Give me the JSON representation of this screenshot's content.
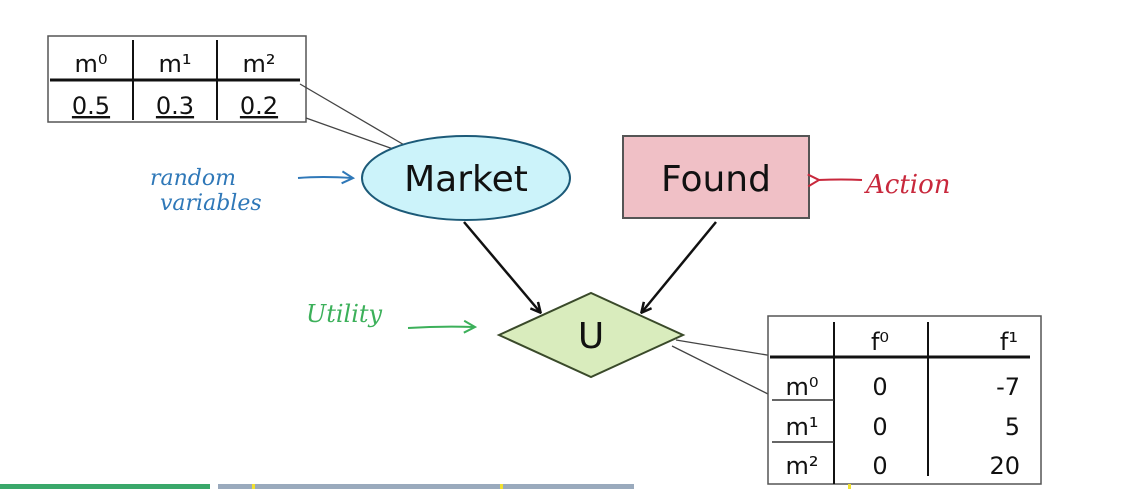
{
  "prior_table": {
    "headers": [
      "m⁰",
      "m¹",
      "m²"
    ],
    "values": [
      "0.5",
      "0.3",
      "0.2"
    ]
  },
  "nodes": {
    "market": "Market",
    "found": "Found",
    "utility": "U"
  },
  "utility_table": {
    "col_headers": [
      "",
      "f⁰",
      "f¹"
    ],
    "rows": [
      {
        "label": "m⁰",
        "f0": "0",
        "f1": "-7"
      },
      {
        "label": "m¹",
        "f0": "0",
        "f1": "5"
      },
      {
        "label": "m²",
        "f0": "0",
        "f1": "20"
      }
    ]
  },
  "annotations": {
    "random_variables_line1": "random",
    "random_variables_line2": "variables",
    "action": "Action",
    "utility": "Utility"
  },
  "colors": {
    "market_fill": "#ccf3fa",
    "found_fill": "#f0c0c6",
    "utility_fill": "#d9ecbd",
    "blue_ink": "#2f78b8",
    "red_ink": "#c8283c",
    "green_ink": "#3cb05a"
  }
}
